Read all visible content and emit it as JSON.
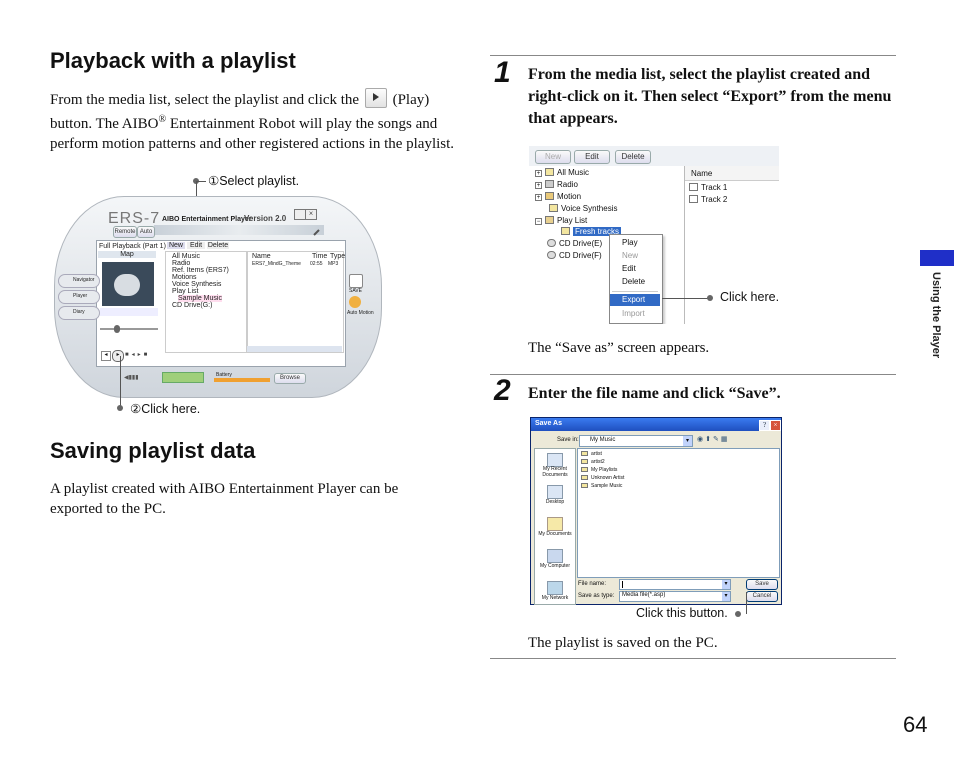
{
  "left": {
    "section1_title": "Playback with a playlist",
    "section1_body_a": "From the media list, select the playlist and click the",
    "section1_body_b": "(Play) button. The AIBO",
    "registered": "®",
    "section1_body_c": "Entertainment Robot will play the songs and perform motion patterns and other registered actions in the playlist.",
    "callout_select": "①Select playlist.",
    "callout_click": "②Click here.",
    "section2_title": "Saving playlist data",
    "section2_body": "A playlist created with AIBO Entertainment Player can be exported to the PC.",
    "player": {
      "brand": "ERS-7",
      "subtitle": "AIBO Entertainment Player",
      "version": "Version 2.0",
      "btn_remote": "Remote",
      "btn_auto": "Auto",
      "tab_map": "Map",
      "tab_new": "New",
      "tab_edit": "Edit",
      "tab_delete": "Delete",
      "list_label": "Full Playback (Part 1)",
      "tree": [
        "All Music",
        "Radio",
        "Ref. Items (ERS7)",
        "Motions",
        "Voice Synthesis",
        "Play List",
        "Sample Music",
        "CD Drive(G:)"
      ],
      "col_name": "Name",
      "col_time": "Time",
      "col_type": "Type",
      "row_name": "ERS7_MindG_Theme",
      "row_time": "02:55",
      "row_type": "MP3",
      "side_navigator": "Navigator",
      "side_player": "Player",
      "side_diary": "Diary",
      "right_save": "SAVE",
      "right_auto": "Auto Motion",
      "battery": "Battery",
      "browse": "Browse"
    }
  },
  "right": {
    "step1_num": "1",
    "step1_text": "From the media list, select the playlist created and right-click on it. Then select “Export” from the menu that appears.",
    "step1_callout": "Click here.",
    "step1_after": "The “Save as” screen appears.",
    "step2_num": "2",
    "step2_text": "Enter the file name and click “Save”.",
    "step2_callout": "Click this button.",
    "step2_after": "The playlist is saved on the PC.",
    "screen1": {
      "btn_new": "New",
      "btn_edit": "Edit",
      "btn_delete": "Delete",
      "tree": [
        "All Music",
        "Radio",
        "Motion",
        "Voice Synthesis",
        "Play List",
        "Fresh tracks",
        "CD Drive(E)",
        "CD Drive(F)"
      ],
      "col_name": "Name",
      "files": [
        "Track 1",
        "Track 2"
      ],
      "menu": [
        "Play",
        "New",
        "Edit",
        "Delete",
        "Export",
        "Import"
      ]
    },
    "screen2": {
      "title": "Save As",
      "save_in_label": "Save in:",
      "save_in_value": "My Music",
      "files": [
        "artist",
        "artist2",
        "My Playlists",
        "Unknown Artist",
        "Sample Music"
      ],
      "places": [
        "My Recent Documents",
        "Desktop",
        "My Documents",
        "My Computer",
        "My Network"
      ],
      "file_name_label": "File name:",
      "file_name_value": "",
      "save_type_label": "Save as type:",
      "save_type_value": "Media file(*.asp)",
      "save_btn": "Save",
      "cancel_btn": "Cancel"
    }
  },
  "side_tab": "Using the Player",
  "page_number": "64",
  "colors": {
    "accent": "#1f2fc8",
    "highlight": "#316ac5",
    "xp_title": "#2a5fd6"
  }
}
